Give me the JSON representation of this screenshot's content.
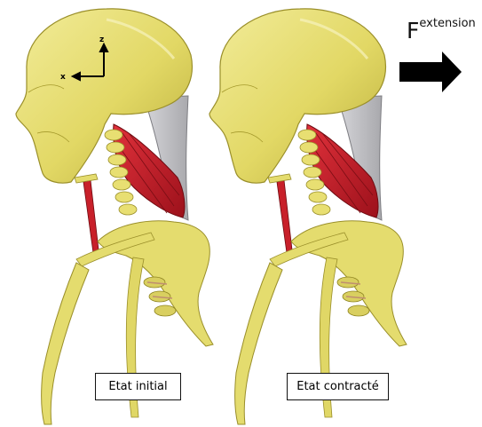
{
  "labels": {
    "initial": "Etat initial",
    "contracted": "Etat contracté"
  },
  "force": {
    "letter": "F",
    "superscript": "extension"
  },
  "axes": {
    "z": "z",
    "x": "x"
  },
  "colors": {
    "bone": "#e4dc6e",
    "bone_outline": "#a59a2c",
    "muscle": "#c8202a",
    "ligament": "#bfbfc2",
    "arrow": "#000000"
  }
}
